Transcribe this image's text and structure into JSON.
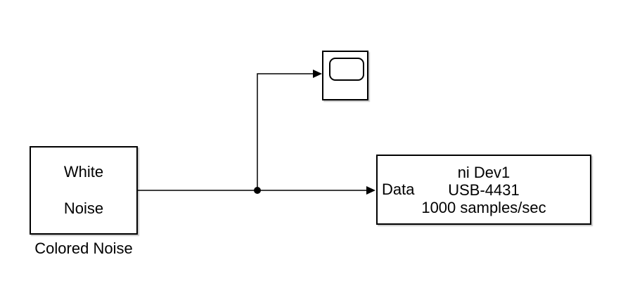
{
  "canvas": {
    "background": "#ffffff"
  },
  "colors": {
    "wire": "#000000",
    "block_border": "#000000",
    "block_fill": "#ffffff",
    "text": "#000000"
  },
  "blocks": {
    "colored_noise": {
      "title_lines": [
        "White",
        "Noise"
      ],
      "caption": "Colored Noise"
    },
    "scope": {
      "icon": "scope-screen-icon"
    },
    "daq_output": {
      "port_label": "Data",
      "lines": [
        "ni Dev1",
        "USB-4431",
        "1000 samples/sec"
      ]
    }
  }
}
